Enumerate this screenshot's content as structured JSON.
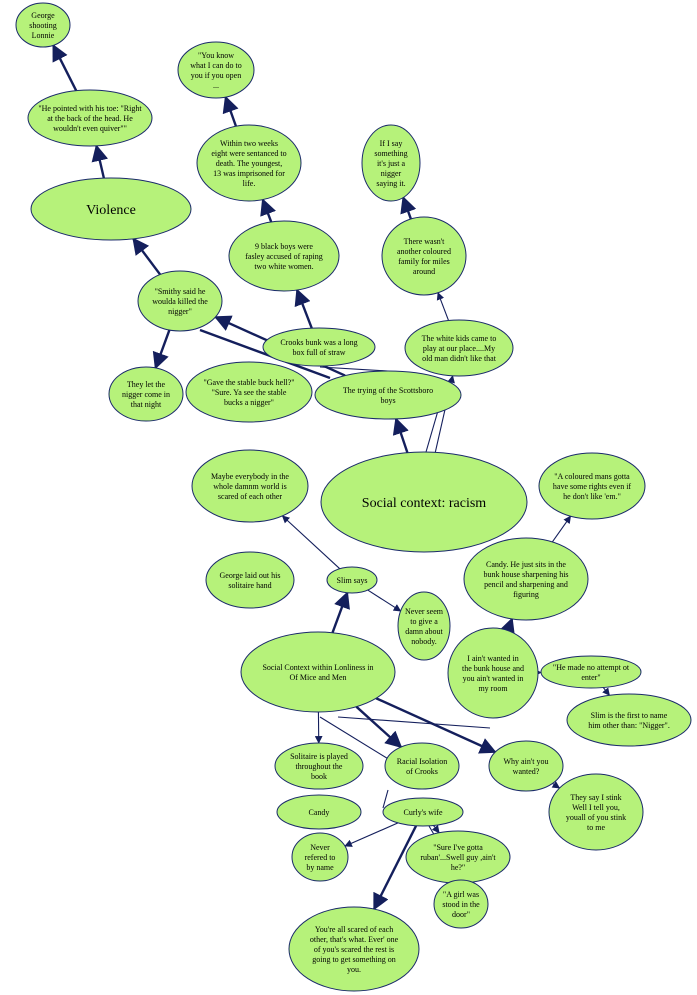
{
  "nodes": [
    {
      "id": "george-shooting",
      "lines": [
        "George",
        "shooting",
        "Lonnie"
      ]
    },
    {
      "id": "pointed-toe",
      "lines": [
        "\"He pointed with his toe: \"Right",
        "at the back of the head. He",
        "wouldn't even quiver\"\""
      ]
    },
    {
      "id": "violence",
      "lines": [
        "Violence"
      ]
    },
    {
      "id": "smithy",
      "lines": [
        "\"Smithy said he",
        "woulda killed the",
        "nigger\""
      ]
    },
    {
      "id": "let-nigger",
      "lines": [
        "They let the",
        "nigger come in",
        "that night"
      ]
    },
    {
      "id": "gave-stable",
      "lines": [
        "\"Gave the stable buck hell?\"",
        "\"Sure. Ya see the stable",
        "bucks a nigger\""
      ]
    },
    {
      "id": "you-know",
      "lines": [
        "\"You know",
        "what I can do to",
        "you if you open",
        "..."
      ]
    },
    {
      "id": "two-weeks",
      "lines": [
        "Within two weeks",
        "eight were sentanced to",
        "death. The youngest,",
        "13 was imprisoned for",
        "life."
      ]
    },
    {
      "id": "nine-boys",
      "lines": [
        "9 black boys were",
        "fasley accused of raping",
        "two white women."
      ]
    },
    {
      "id": "crooks-bunk",
      "lines": [
        "Crooks bunk was a long",
        "box full of straw"
      ]
    },
    {
      "id": "scottsboro",
      "lines": [
        "The trying of the Scottsboro",
        "boys"
      ]
    },
    {
      "id": "if-i-say",
      "lines": [
        "If I say",
        "something",
        "it's just a",
        "nigger",
        "saying it."
      ]
    },
    {
      "id": "wasnt-another",
      "lines": [
        "There wasn't",
        "another coloured",
        "family for miles",
        "around"
      ]
    },
    {
      "id": "white-kids",
      "lines": [
        "The white kids came to",
        "play at our place....My",
        "old man didn't like that"
      ]
    },
    {
      "id": "social-racism",
      "lines": [
        "Social context: racism"
      ]
    },
    {
      "id": "maybe-everybody",
      "lines": [
        "Maybe everybody in the",
        "whole damnm world is",
        "scared of each other"
      ]
    },
    {
      "id": "coloured-mans",
      "lines": [
        "\"A coloured mans gotta",
        "have some rights even if",
        "he don't like 'em.\""
      ]
    },
    {
      "id": "george-solitaire",
      "lines": [
        "George laid out his",
        "solitaire hand"
      ]
    },
    {
      "id": "slim-says",
      "lines": [
        "Slim says"
      ]
    },
    {
      "id": "never-seem",
      "lines": [
        "Never seem",
        "to give a",
        "damn about",
        "nobody."
      ]
    },
    {
      "id": "candy-sits",
      "lines": [
        "Candy. He just sits in the",
        "bunk house sharpening his",
        "pencil and sharpening and",
        "figuring"
      ]
    },
    {
      "id": "social-loneliness",
      "lines": [
        "Social Context within Lonliness in",
        "Of Mice and Men"
      ]
    },
    {
      "id": "aint-wanted",
      "lines": [
        "I ain't wanted in",
        "the bunk house and",
        "you ain't wanted in",
        "my room"
      ]
    },
    {
      "id": "no-attempt",
      "lines": [
        "\"He made no attempt ot",
        "enter\""
      ]
    },
    {
      "id": "slim-first",
      "lines": [
        "Slim is the first to name",
        "him other than: \"Nigger\"."
      ]
    },
    {
      "id": "solitaire-played",
      "lines": [
        "Solitaire is played",
        "throughout the",
        "book"
      ]
    },
    {
      "id": "racial-isolation",
      "lines": [
        "Racial Isolation",
        "of Crooks"
      ]
    },
    {
      "id": "why-aint",
      "lines": [
        "Why ain't you",
        "wanted?"
      ]
    },
    {
      "id": "candy",
      "lines": [
        "Candy"
      ]
    },
    {
      "id": "curlys-wife",
      "lines": [
        "Curly's wife"
      ]
    },
    {
      "id": "stink",
      "lines": [
        "They say I stink",
        "Well I tell you,",
        "youall of you stink",
        "to me"
      ]
    },
    {
      "id": "never-referred",
      "lines": [
        "Never",
        "refered to",
        "by name"
      ]
    },
    {
      "id": "sure-gotta",
      "lines": [
        "\"Sure I've gotta",
        "ruban'...Swell guy ,ain't",
        "he?\""
      ]
    },
    {
      "id": "girl-stood",
      "lines": [
        "\"A girl was",
        "stood in the",
        "door\""
      ]
    },
    {
      "id": "youre-scared",
      "lines": [
        "You're all scared of each",
        "other, that's what. Ever' one",
        "of you's scared the rest is",
        "going to get something on",
        "you."
      ]
    }
  ],
  "edges": [
    [
      "pointed-toe",
      "george-shooting"
    ],
    [
      "violence",
      "pointed-toe"
    ],
    [
      "smithy",
      "violence"
    ],
    [
      "smithy",
      "let-nigger"
    ],
    [
      "scottsboro",
      "smithy"
    ],
    [
      "two-weeks",
      "you-know"
    ],
    [
      "nine-boys",
      "two-weeks"
    ],
    [
      "crooks-bunk",
      "nine-boys"
    ],
    [
      "wasnt-another",
      "if-i-say"
    ],
    [
      "white-kids",
      "wasnt-another"
    ],
    [
      "social-racism",
      "scottsboro"
    ],
    [
      "social-racism",
      "white-kids"
    ],
    [
      "slim-says",
      "maybe-everybody"
    ],
    [
      "slim-says",
      "never-seem"
    ],
    [
      "social-loneliness",
      "slim-says"
    ],
    [
      "social-loneliness",
      "racial-isolation"
    ],
    [
      "social-loneliness",
      "why-aint"
    ],
    [
      "social-loneliness",
      "solitaire-played"
    ],
    [
      "aint-wanted",
      "candy-sits"
    ],
    [
      "candy-sits",
      "coloured-mans"
    ],
    [
      "aint-wanted",
      "no-attempt"
    ],
    [
      "no-attempt",
      "slim-first"
    ],
    [
      "why-aint",
      "stink"
    ],
    [
      "curlys-wife",
      "never-referred"
    ],
    [
      "curlys-wife",
      "sure-gotta"
    ],
    [
      "curlys-wife",
      "youre-scared"
    ]
  ]
}
